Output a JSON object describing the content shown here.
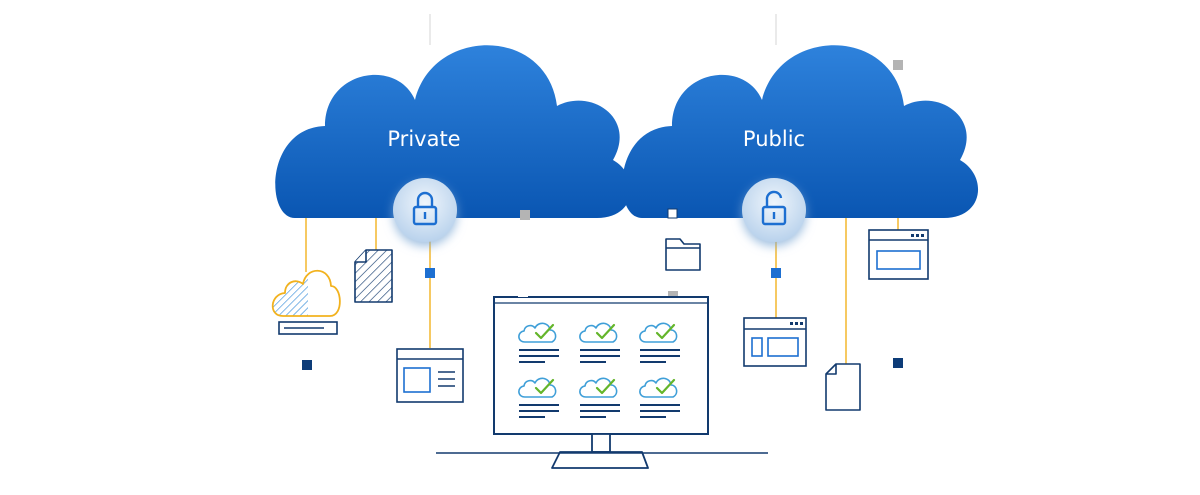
{
  "clouds": {
    "private": {
      "label": "Private",
      "lock_state": "locked"
    },
    "public": {
      "label": "Public",
      "lock_state": "unlocked"
    }
  },
  "colors": {
    "cloud_blue": "#1e6fcb",
    "cloud_blue_dark": "#0b56b0",
    "connector_yellow": "#f2b21e",
    "outline_navy": "#123a6e",
    "accent_blue": "#1d6fd1",
    "check_green": "#64b52a",
    "marker_gray": "#b4b4b4",
    "marker_navy": "#0d3c78",
    "light_cloud": "#5cb7e0"
  },
  "icons": [
    "cloud-icon",
    "lock-closed-icon",
    "lock-open-icon",
    "document-icon",
    "folder-icon",
    "browser-window-icon",
    "monitor-icon",
    "cloud-check-icon"
  ]
}
